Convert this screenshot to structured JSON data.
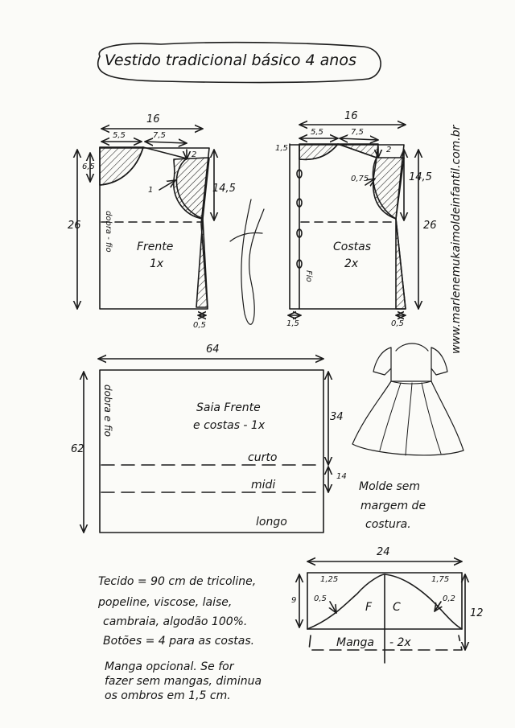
{
  "title": "Vestido tradicional básico 4 anos",
  "website": "www.marlenemukaimoldeinfantil.com.br",
  "front": {
    "width": "16",
    "neck_width": "5,5",
    "shoulder": "7,5",
    "neck_depth": "6,5",
    "shoulder_drop": "2",
    "armhole_offset": "1",
    "armhole_depth": "14,5",
    "length": "26",
    "hem_flare": "0,5",
    "fold_label": "dobra - fio",
    "name": "Frente",
    "qty": "1x"
  },
  "back": {
    "width": "16",
    "neck_width": "5,5",
    "shoulder": "7,5",
    "neck_depth": "1,5",
    "shoulder_drop": "2",
    "armhole_offset": "0,75",
    "armhole_depth": "14,5",
    "length": "26",
    "hem_flare": "0,5",
    "button_ext": "1,5",
    "grain_label": "Fio",
    "name": "Costas",
    "qty": "2x"
  },
  "skirt": {
    "width": "64",
    "height": "62",
    "upper_height": "34",
    "step": "14",
    "fold_label": "dobra e fio",
    "name_line1": "Saia Frente",
    "name_line2": "e costas - 1x",
    "length_short": "curto",
    "length_midi": "midi",
    "length_long": "longo"
  },
  "no_seam_note": [
    "Molde sem",
    "margem de",
    "costura."
  ],
  "fabric_note": [
    "Tecido = 90 cm de tricoline,",
    "popeline, viscose, laise,",
    "cambraia, algodão 100%.",
    "Botões = 4    para as costas."
  ],
  "sleeve_note": [
    "Manga opcional. Se for",
    "fazer sem mangas, diminua",
    "os ombros em 1,5 cm."
  ],
  "sleeve": {
    "width": "24",
    "cap_left": "1,25",
    "cap_right": "1,75",
    "curve_left": "0,5",
    "curve_right": "0,2",
    "cap_height": "9",
    "length": "12",
    "front_mark": "F",
    "back_mark": "C",
    "name": "Manga",
    "qty": "- 2x"
  }
}
